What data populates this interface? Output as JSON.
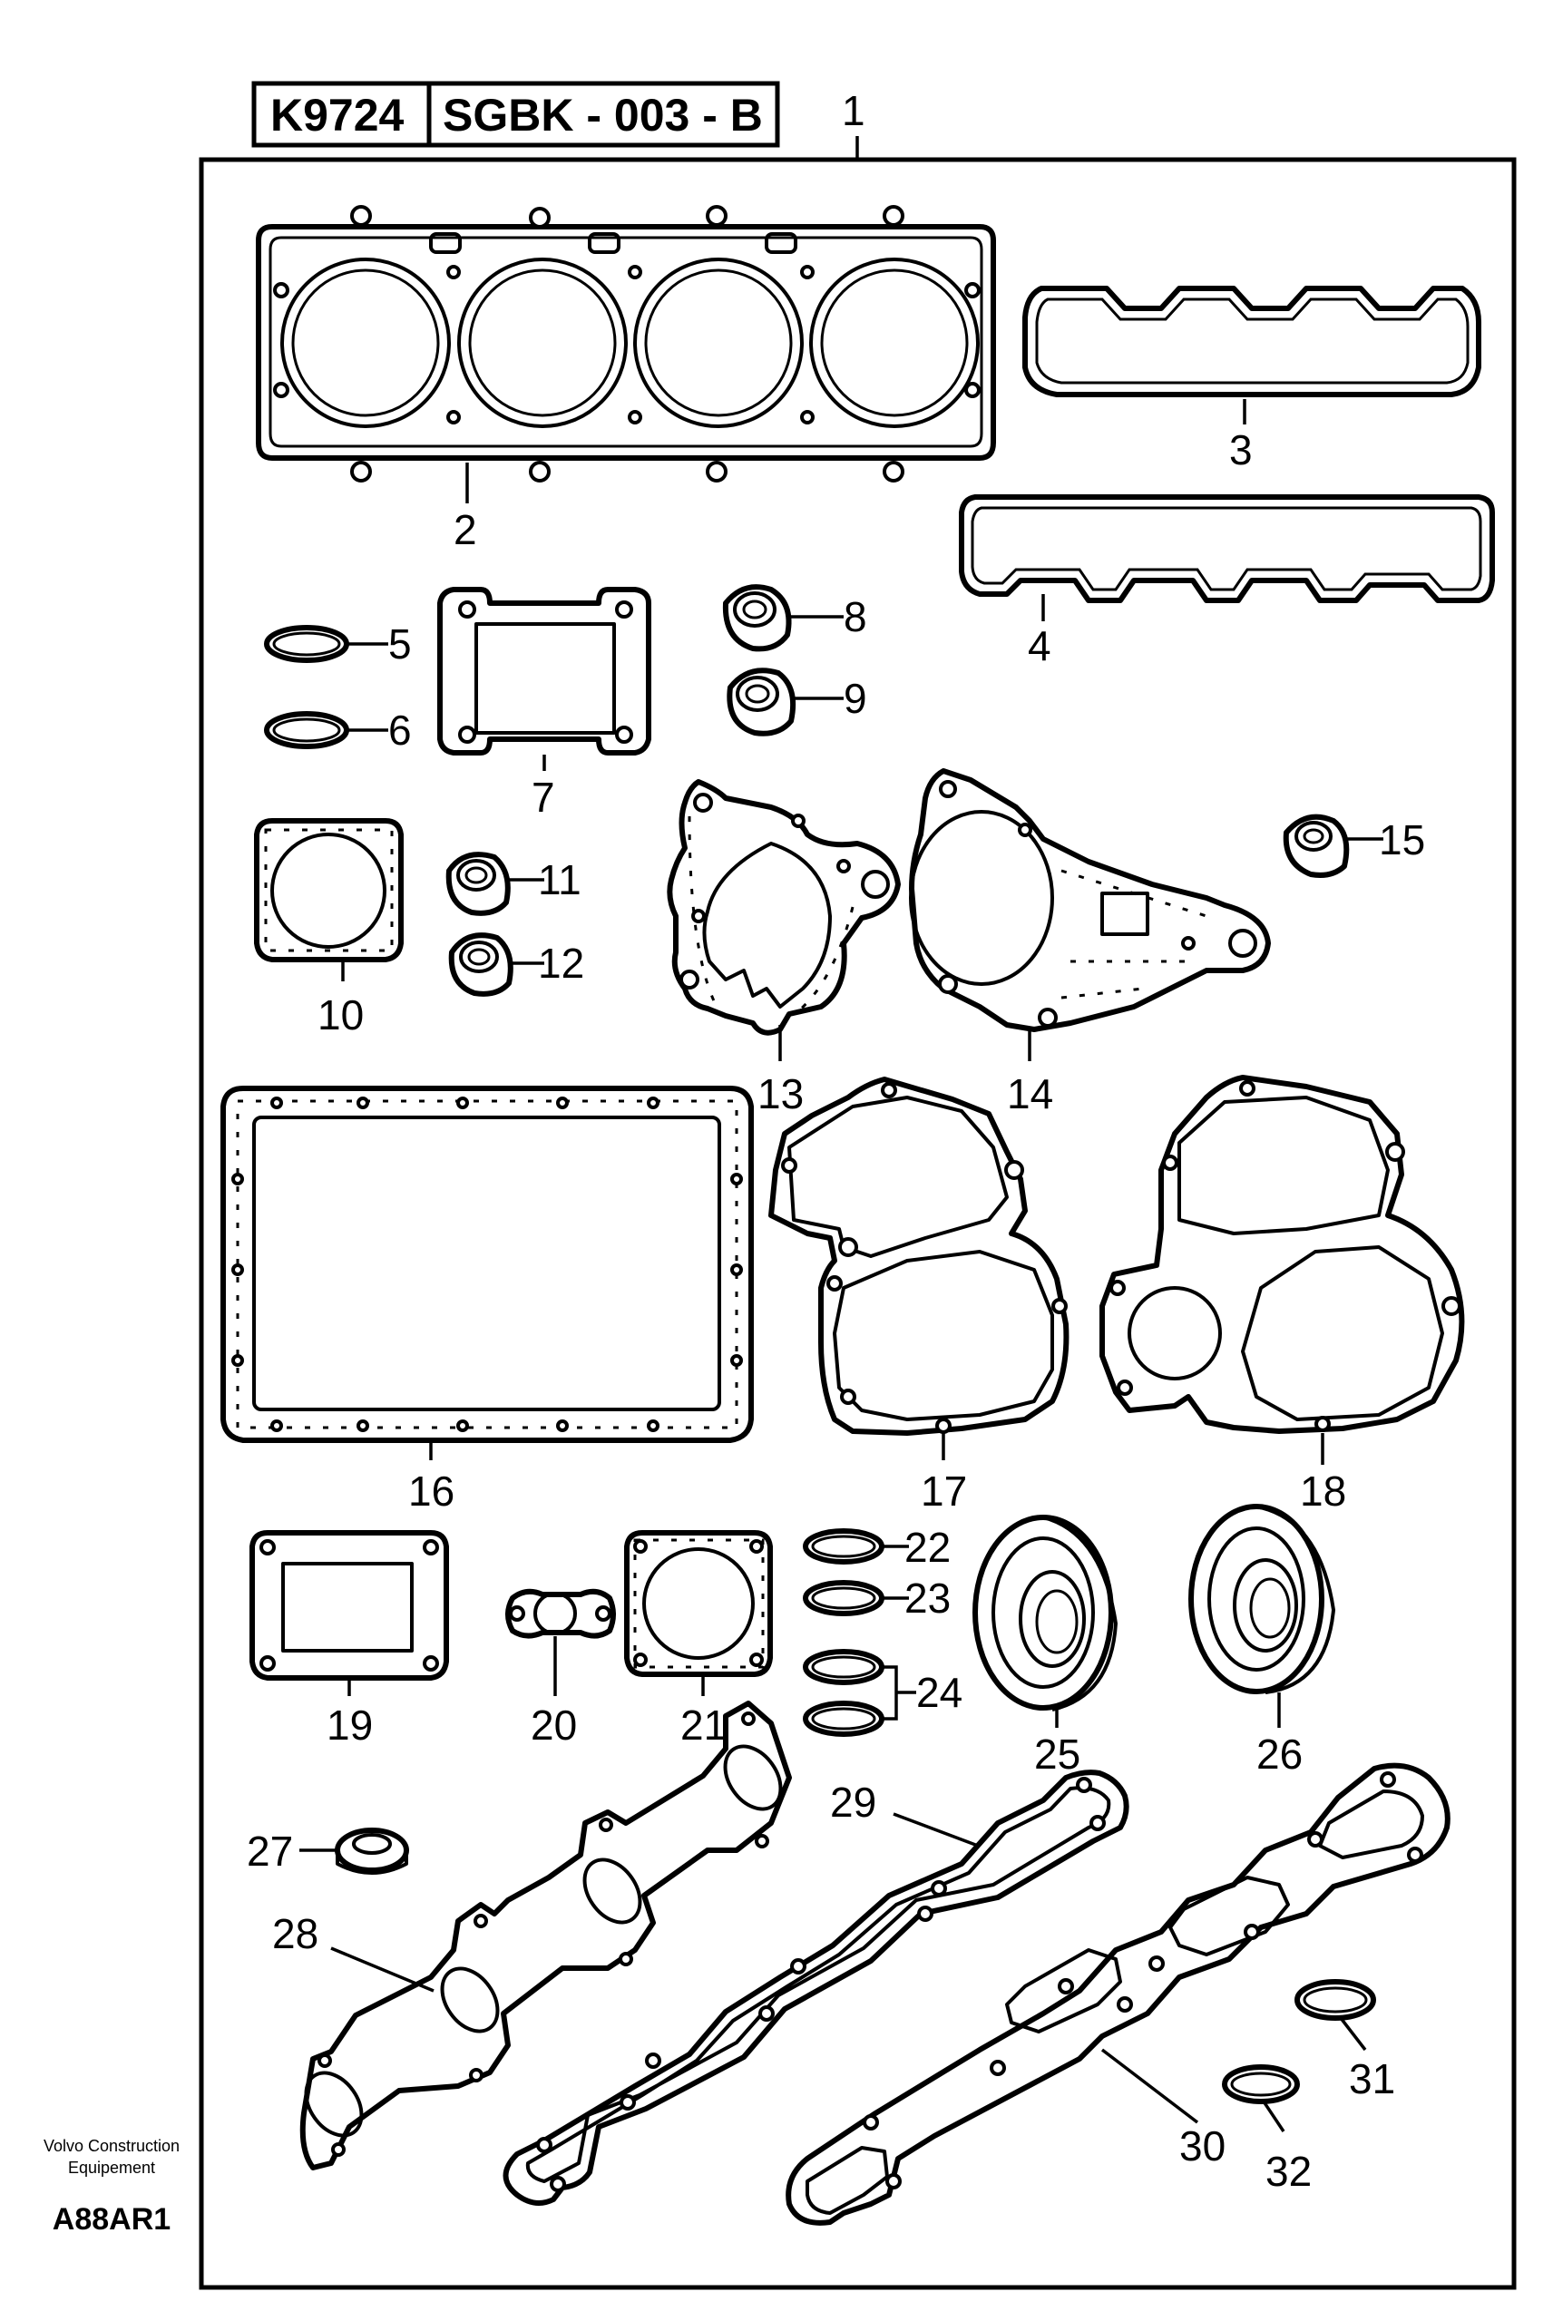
{
  "header": {
    "code": "K9724",
    "group": "SGBK - 003 - B",
    "kit_number": "1"
  },
  "callouts": [
    "2",
    "3",
    "4",
    "5",
    "6",
    "7",
    "8",
    "9",
    "10",
    "11",
    "12",
    "13",
    "14",
    "15",
    "16",
    "17",
    "18",
    "19",
    "20",
    "21",
    "22",
    "23",
    "24",
    "25",
    "26",
    "27",
    "28",
    "29",
    "30",
    "31",
    "32"
  ],
  "footer": {
    "company_line1": "Volvo Construction",
    "company_line2": "Equipement",
    "drawing_code": "A88AR1"
  }
}
